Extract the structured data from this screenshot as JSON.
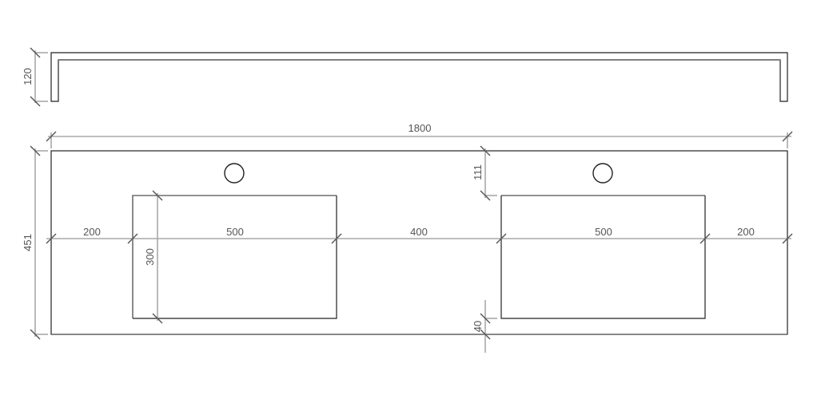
{
  "drawing": {
    "type": "technical-dimension-drawing",
    "subject": "double basin vanity top",
    "units": "mm",
    "side_view": {
      "height_label": "120"
    },
    "top_view": {
      "overall_width_label": "1800",
      "overall_depth_label": "451",
      "tap_hole_offset_label": "111",
      "basin_depth_label": "300",
      "front_edge_offset_label": "40",
      "horizontal_segments": [
        {
          "name": "left-margin",
          "label": "200"
        },
        {
          "name": "left-basin",
          "label": "500"
        },
        {
          "name": "center-gap",
          "label": "400"
        },
        {
          "name": "right-basin",
          "label": "500"
        },
        {
          "name": "right-margin",
          "label": "200"
        }
      ],
      "tap_holes": 2,
      "basins": 2
    },
    "colors": {
      "outline": "#222222",
      "dimension_line": "#a8a8a8",
      "dimension_text": "#555555",
      "background": "#ffffff"
    }
  }
}
